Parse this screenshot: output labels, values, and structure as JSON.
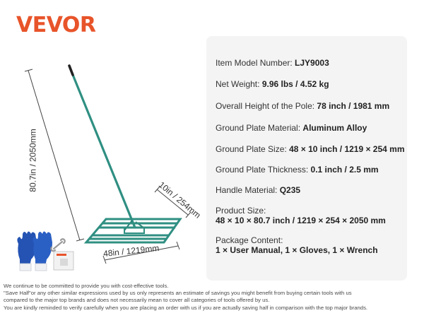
{
  "brand": {
    "logo_text": "VEVOR",
    "color": "#e8542a"
  },
  "product_image": {
    "dimensions": {
      "height": "80.7in / 2050mm",
      "width": "48in / 1219mm",
      "depth": "10in / 254mm"
    },
    "accessories": [
      "gloves-icon",
      "wrench-icon",
      "user-manual-icon"
    ],
    "frame_color": "#2f8f82"
  },
  "specs": [
    {
      "label": "Item Model Number: ",
      "value": "LJY9003"
    },
    {
      "label": "Net Weight: ",
      "value": "9.96 lbs / 4.52 kg"
    },
    {
      "label": "Overall Height of the Pole: ",
      "value": "78 inch / 1981 mm"
    },
    {
      "label": "Ground Plate Material: ",
      "value": "Aluminum Alloy"
    },
    {
      "label": "Ground Plate Size: ",
      "value": "48 × 10 inch / 1219 × 254 mm"
    },
    {
      "label": "Ground Plate Thickness: ",
      "value": "0.1 inch / 2.5 mm"
    },
    {
      "label": "Handle Material: ",
      "value": "Q235"
    },
    {
      "label": "Product Size:",
      "value": "48 × 10 × 80.7 inch / 1219 × 254 × 2050 mm"
    },
    {
      "label": "Package Content:",
      "value": "1 × User Manual, 1 × Gloves, 1 × Wrench"
    }
  ],
  "disclaimer": [
    "We continue to be committed to provide you with cost-effective tools.",
    "\"Save Half\"or any other similar expressions used by us only represents an estimate of savings you might benefit from buying certain tools with us",
    "compared to the major top brands and does not necessarily mean to cover all categories of tools offered by us.",
    "You are kindly reminded to verify carefully when you are placing an order with us if you are actually saving half in comparison with the top major brands."
  ]
}
